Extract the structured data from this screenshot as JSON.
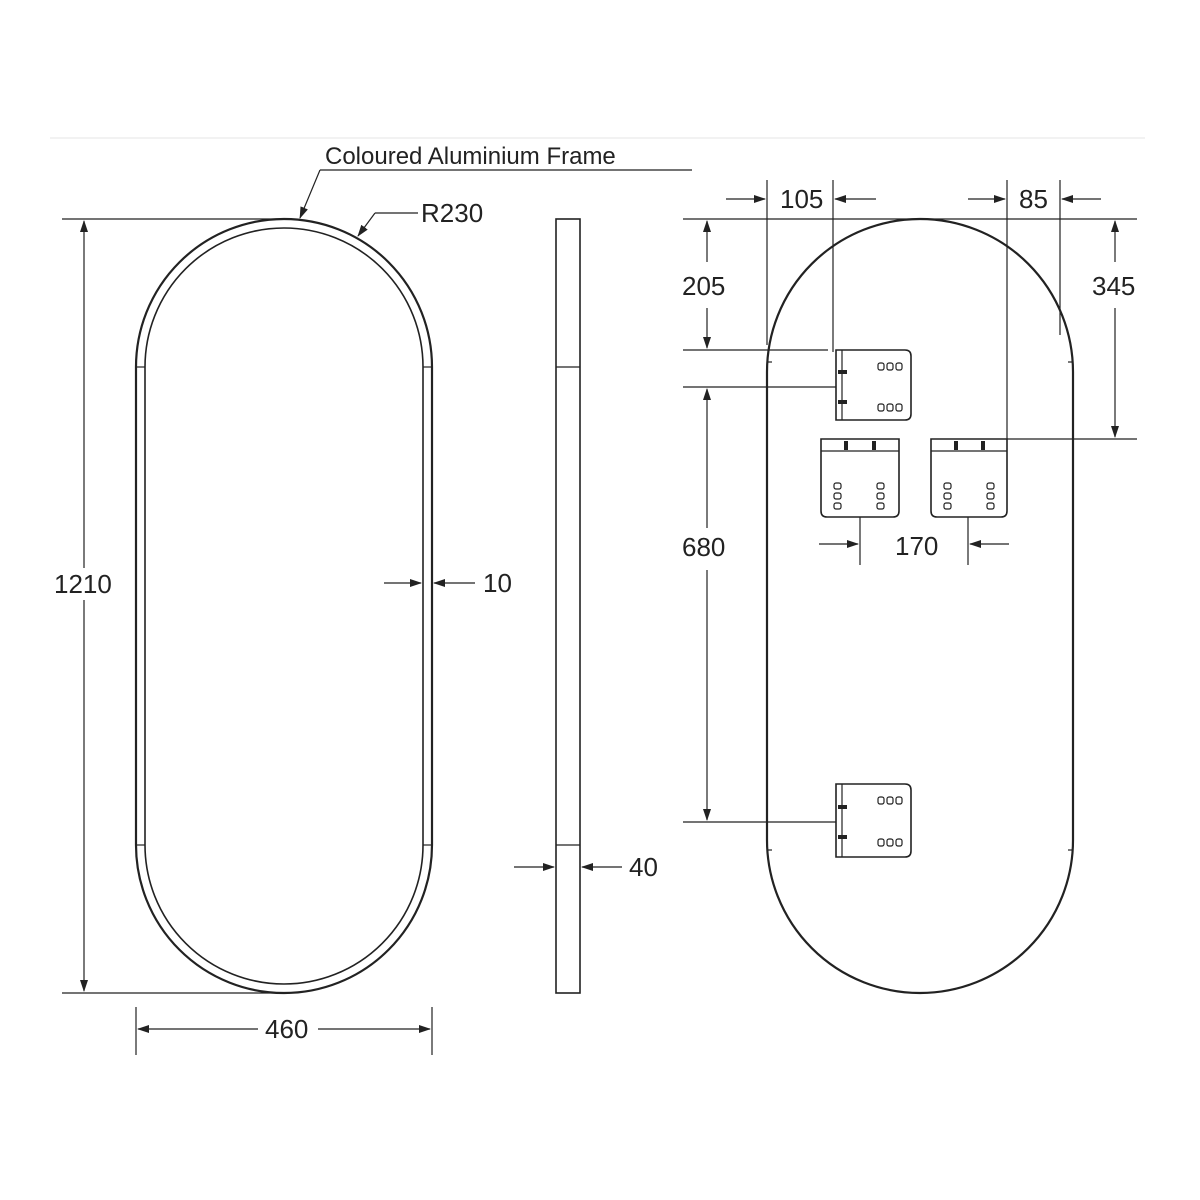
{
  "drawing": {
    "frame_label": "Coloured Aluminium Frame",
    "radius_label": "R230",
    "front_view": {
      "height_label": "1210",
      "width_label": "460",
      "frame_width_label": "10"
    },
    "side_view": {
      "depth_label": "40"
    },
    "back_view": {
      "bracket_left_offset_label": "105",
      "bracket_right_offset_label": "85",
      "top_bracket_drop_label": "205",
      "mid_bracket_drop_label": "345",
      "bracket_spacing_label": "680",
      "cleat_spacing_label": "170"
    }
  },
  "colors": {
    "line": "#222222",
    "background": "#ffffff",
    "separator": "#e6e6e6"
  }
}
